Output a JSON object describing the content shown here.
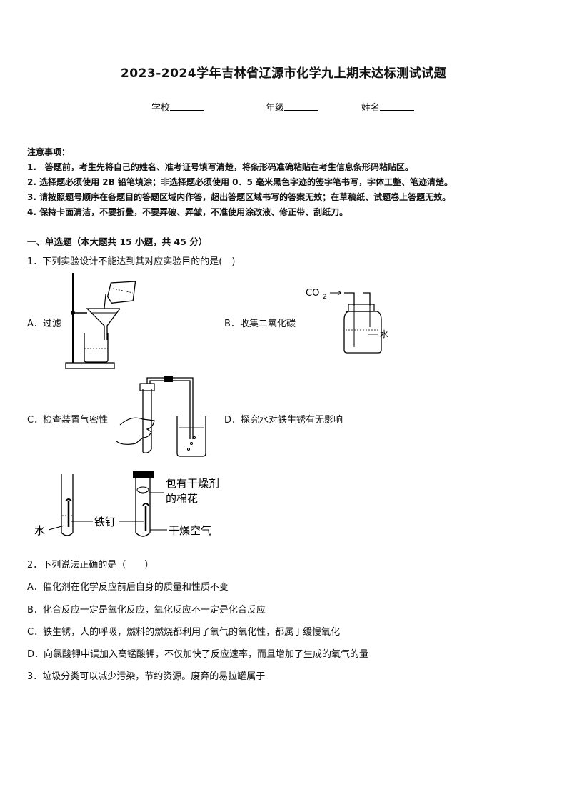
{
  "title": "2023-2024学年吉林省辽源市化学九上期末达标测试试题",
  "info": {
    "school": "学校",
    "grade": "年级",
    "name": "姓名"
  },
  "notes": {
    "heading": "注意事项：",
    "items": [
      "1.　答题前，考生先将自己的姓名、准考证号填写清楚，将条形码准确粘贴在考生信息条形码粘贴区。",
      "2.  选择题必须使用 2B 铅笔填涂；非选择题必须使用 0．5 毫米黑色字迹的签字笔书写，字体工整、笔迹清楚。",
      "3.  请按照题号顺序在各题目的答题区域内作答，超出答题区域书写的答案无效；在草稿纸、试题卷上答题无效。",
      "4.  保持卡面清洁，不要折叠，不要弄破、弄皱，不准使用涂改液、修正带、刮纸刀。"
    ]
  },
  "section": "一、单选题（本大题共 15 小题，共 45 分）",
  "q1": {
    "stem": "1．下列实验设计不能达到其对应实验目的的是(　)",
    "optA": "A．过滤",
    "optB": "B．收集二氧化碳",
    "optC": "C．检查装置气密性",
    "optD": "D．探究水对铁生锈有无影响",
    "figB_co2": "CO",
    "figB_sub": "2",
    "figB_water": "水",
    "figD_water": "水",
    "figD_nail": "铁钉",
    "figD_cotton1": "包有干燥剂",
    "figD_cotton2": "的棉花",
    "figD_air": "干燥空气"
  },
  "q2": {
    "stem": "2．下列说法正确的是（　　）",
    "options": [
      "A．催化剂在化学反应前后自身的质量和性质不变",
      "B．化合反应一定是氧化反应，氧化反应不一定是化合反应",
      "C．铁生锈，人的呼吸，燃料的燃烧都利用了氧气的氧化性，都属于缓慢氧化",
      "D．向氯酸钾中误加入高锰酸钾，不仅加快了反应速率，而且增加了生成的氧气的量"
    ]
  },
  "q3": {
    "stem": "3．垃圾分类可以减少污染，节约资源。废弃的易拉罐属于"
  }
}
